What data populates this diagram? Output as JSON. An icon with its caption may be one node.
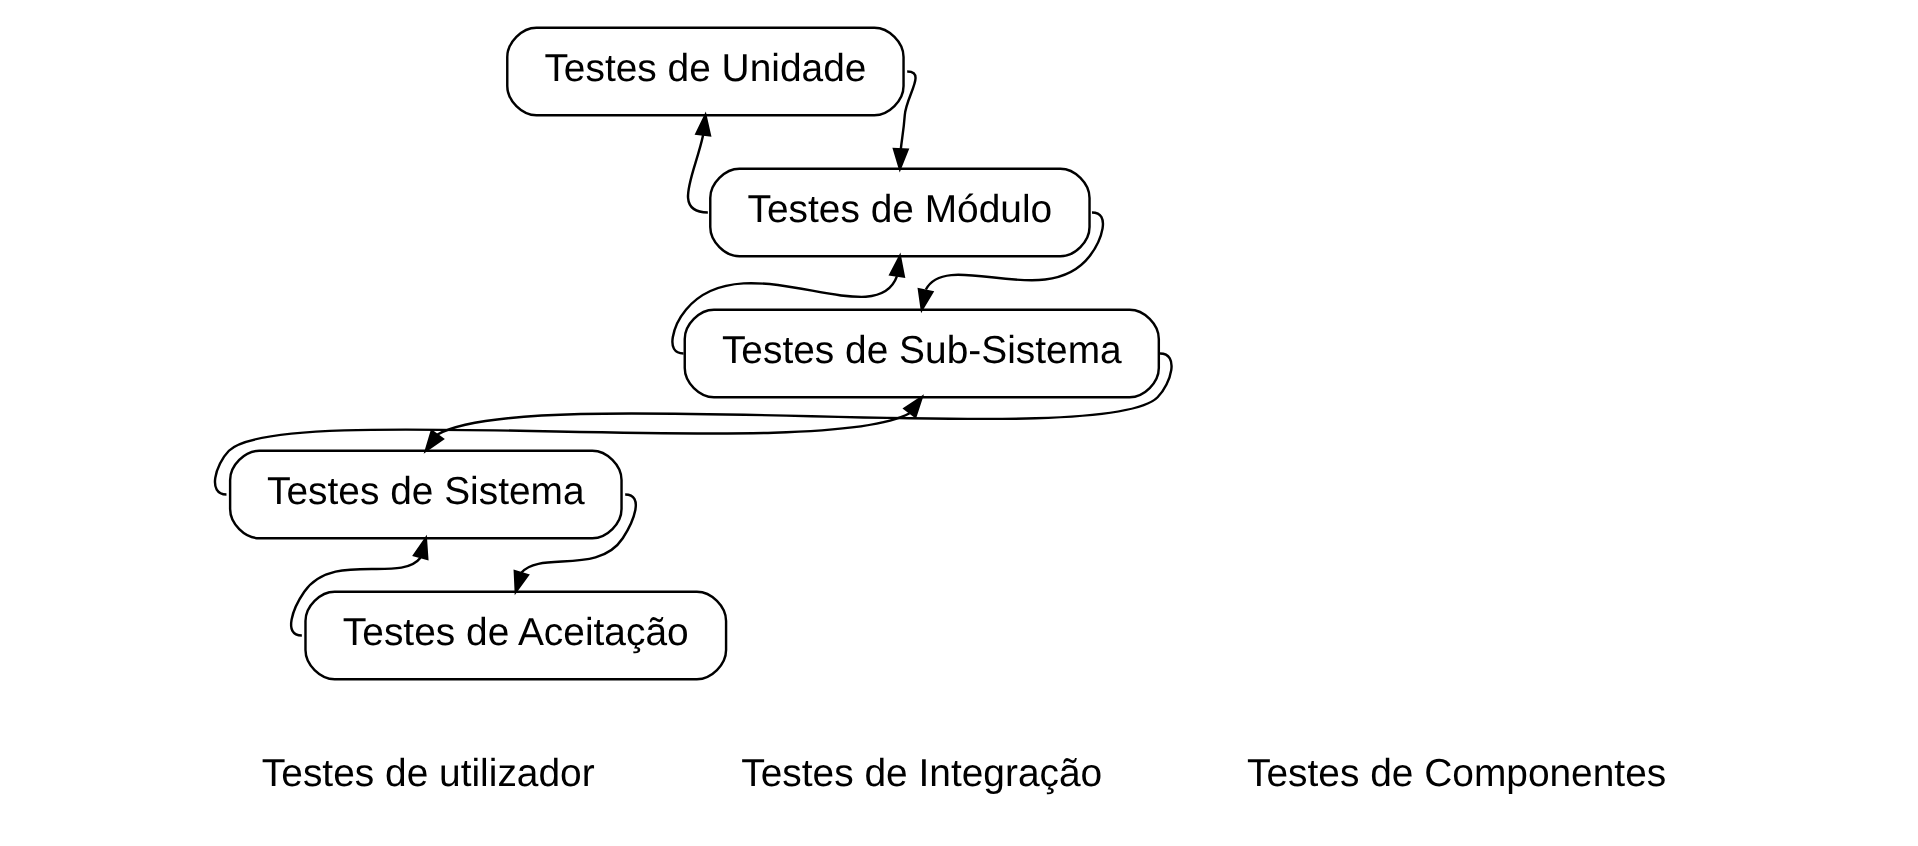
{
  "diagram": {
    "nodes": [
      {
        "text": [
          "Testes de Unidade"
        ]
      },
      {
        "text": [
          "Testes de Módulo"
        ]
      },
      {
        "text": [
          "Testes de Sub-Sistema"
        ]
      },
      {
        "text": [
          "Testes de Sistema"
        ]
      },
      {
        "text": [
          "Testes de Aceitação"
        ]
      }
    ],
    "edges": [
      {
        "from": 0,
        "to": 1,
        "arrow": "to"
      },
      {
        "from": 1,
        "to": 0,
        "arrow": "to"
      },
      {
        "from": 1,
        "to": 2,
        "arrow": "to"
      },
      {
        "from": 2,
        "to": 1,
        "arrow": "to"
      },
      {
        "from": 2,
        "to": 3,
        "arrow": "to"
      },
      {
        "from": 3,
        "to": 2,
        "arrow": "to"
      },
      {
        "from": 3,
        "to": 4,
        "arrow": "to"
      },
      {
        "from": 4,
        "to": 3,
        "arrow": "to"
      }
    ],
    "labels": [
      "Testes de Componentes",
      "Testes de Integração",
      "Testes de utilizador"
    ]
  }
}
